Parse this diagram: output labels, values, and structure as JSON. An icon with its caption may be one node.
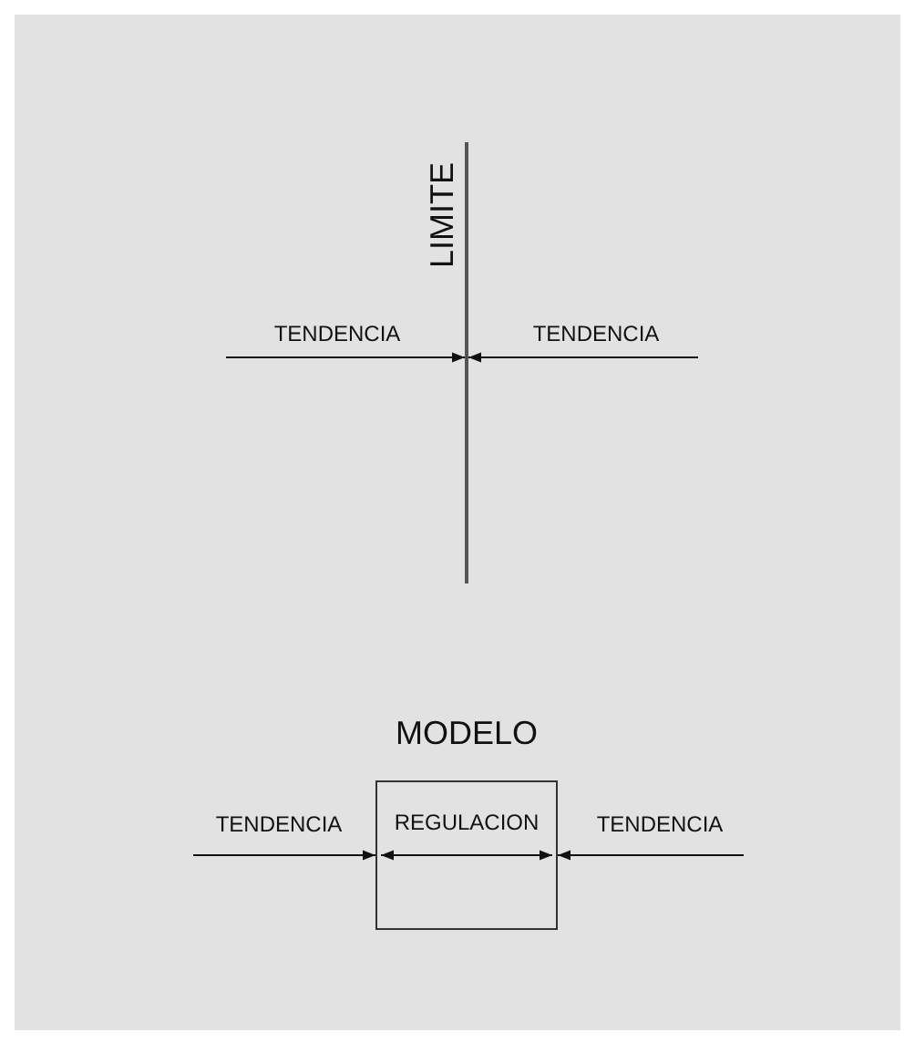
{
  "diagram": {
    "nodes": [
      {
        "text": [
          "LIMITE"
        ]
      },
      {
        "text": [
          "MODELO",
          "REGULACION"
        ]
      }
    ],
    "edges": [
      {
        "from": null,
        "to": 0,
        "arrow": "to",
        "label": "TENDENCIA"
      },
      {
        "from": null,
        "to": 0,
        "arrow": "to",
        "label": "TENDENCIA"
      },
      {
        "from": null,
        "to": 1,
        "arrow": "to",
        "label": "TENDENCIA"
      },
      {
        "from": null,
        "to": 1,
        "arrow": "to",
        "label": "TENDENCIA"
      }
    ]
  }
}
